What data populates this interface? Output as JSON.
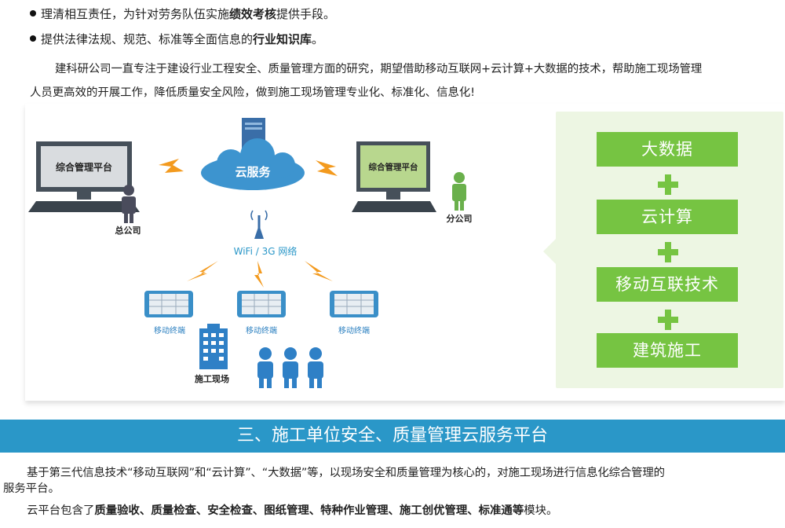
{
  "bullets": [
    {
      "pre": "理清相互责任，为针对劳务队伍实施",
      "bold": "绩效考核",
      "post": "提供手段。"
    },
    {
      "pre": "提供法律法规、规范、标准等全面信息的",
      "bold": "行业知识库",
      "post": "。"
    }
  ],
  "intro": {
    "line1": "建科研公司一直专注于建设行业工程安全、质量管理方面的研究，期望借助移动互联网+云计算+大数据的技术，帮助施工现场管理",
    "line2": "人员更高效的开展工作，降低质量安全风险，做到施工现场管理专业化、标准化、信息化!"
  },
  "diagram": {
    "left_monitor": "综合管理平台",
    "right_monitor": "综合管理平台",
    "cloud": "云服务",
    "hq": "总公司",
    "branch": "分公司",
    "network": "WiFi / 3G 网络",
    "terminals": [
      "移动终端",
      "移动终端",
      "移动终端"
    ],
    "site": "施工现场",
    "colors": {
      "arrow": "#f39a1e",
      "monitor": "#46505a",
      "screen_right": "#b8d78e",
      "person_hq": "#4a4c5c",
      "person_branch": "#6ab04c",
      "tablet": "#3a8fc8",
      "people": "#2f80c6"
    }
  },
  "stack": [
    "大数据",
    "云计算",
    "移动互联技术",
    "建筑施工"
  ],
  "banner": "三、施工单位安全、质量管理云服务平台",
  "body": {
    "p1_line1": "基于第三代信息技术“移动互联网”和“云计算”、“大数据”等，以现场安全和质量管理为核心的，对施工现场进行信息化综合管理的",
    "p1_line2": "服务平台。",
    "p2_pre": "云平台包含了",
    "p2_items": "质量验收、质量检查、安全检查、图纸管理、特种作业管理、施工创优管理、标准通等",
    "p2_post": "模块。"
  }
}
